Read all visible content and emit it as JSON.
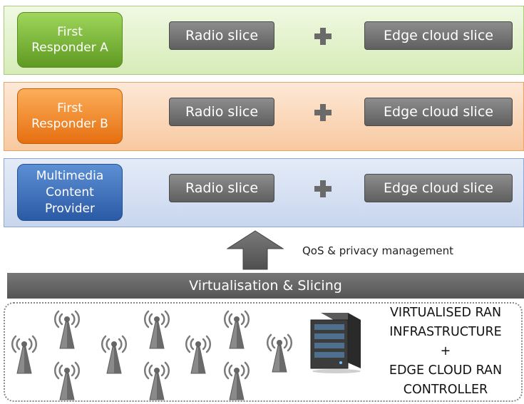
{
  "tenants": [
    {
      "name": "First\nResponder A",
      "radio_slice": "Radio slice",
      "edge_slice": "Edge cloud slice"
    },
    {
      "name": "First\nResponder B",
      "radio_slice": "Radio slice",
      "edge_slice": "Edge cloud slice"
    },
    {
      "name": "Multimedia\nContent\nProvider",
      "radio_slice": "Radio slice",
      "edge_slice": "Edge cloud slice"
    }
  ],
  "arrow_label": "QoS & privacy management",
  "virtualisation_bar": "Virtualisation & Slicing",
  "infrastructure": {
    "line1": "VIRTUALISED RAN",
    "line2": "INFRASTRUCTURE",
    "line3": "+",
    "line4": "EDGE CLOUD RAN",
    "line5": "CONTROLLER"
  },
  "colors": {
    "green": "#7bb83c",
    "orange": "#f08a2c",
    "blue": "#3a6bb8",
    "slice_gray": "#6f6f6f"
  },
  "icons": [
    "antenna-icon",
    "server-icon",
    "plus-icon",
    "up-arrow-icon"
  ]
}
